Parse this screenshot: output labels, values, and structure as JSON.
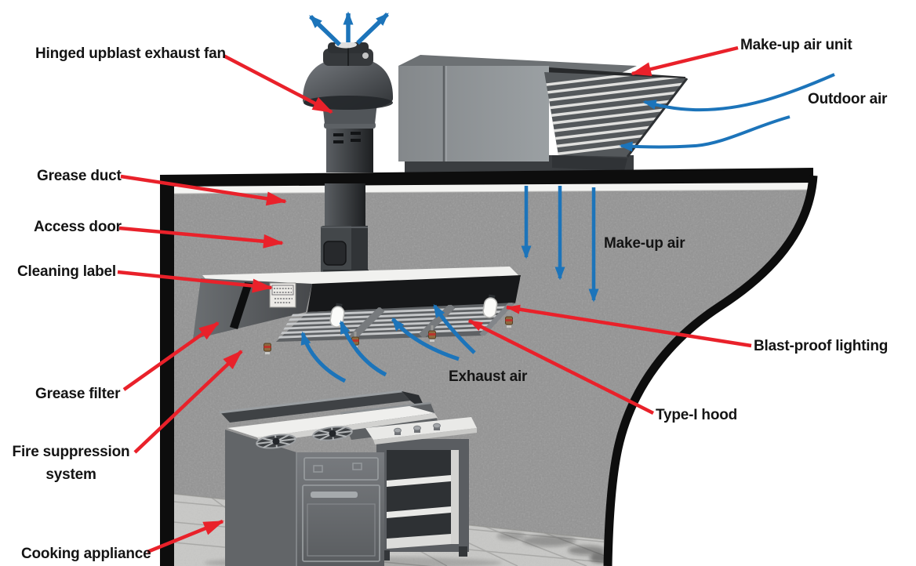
{
  "labels": {
    "hinged_upblast_exhaust_fan": "Hinged upblast exhaust fan",
    "grease_duct": "Grease duct",
    "access_door": "Access door",
    "cleaning_label": "Cleaning label",
    "grease_filter": "Grease filter",
    "fire_suppression_system": "Fire suppression system",
    "cooking_appliance": "Cooking appliance",
    "make_up_air_unit": "Make-up air unit",
    "outdoor_air": "Outdoor air",
    "make_up_air": "Make-up air",
    "exhaust_air": "Exhaust air",
    "blast_proof_lighting": "Blast-proof lighting",
    "type_i_hood": "Type-I hood"
  },
  "colors": {
    "red_arrow": "#E9212A",
    "blue_arrow": "#1C74BA",
    "wall_gray": "#9C9C9C",
    "outline_black": "#0D0D0D",
    "label_text": "#141414"
  }
}
